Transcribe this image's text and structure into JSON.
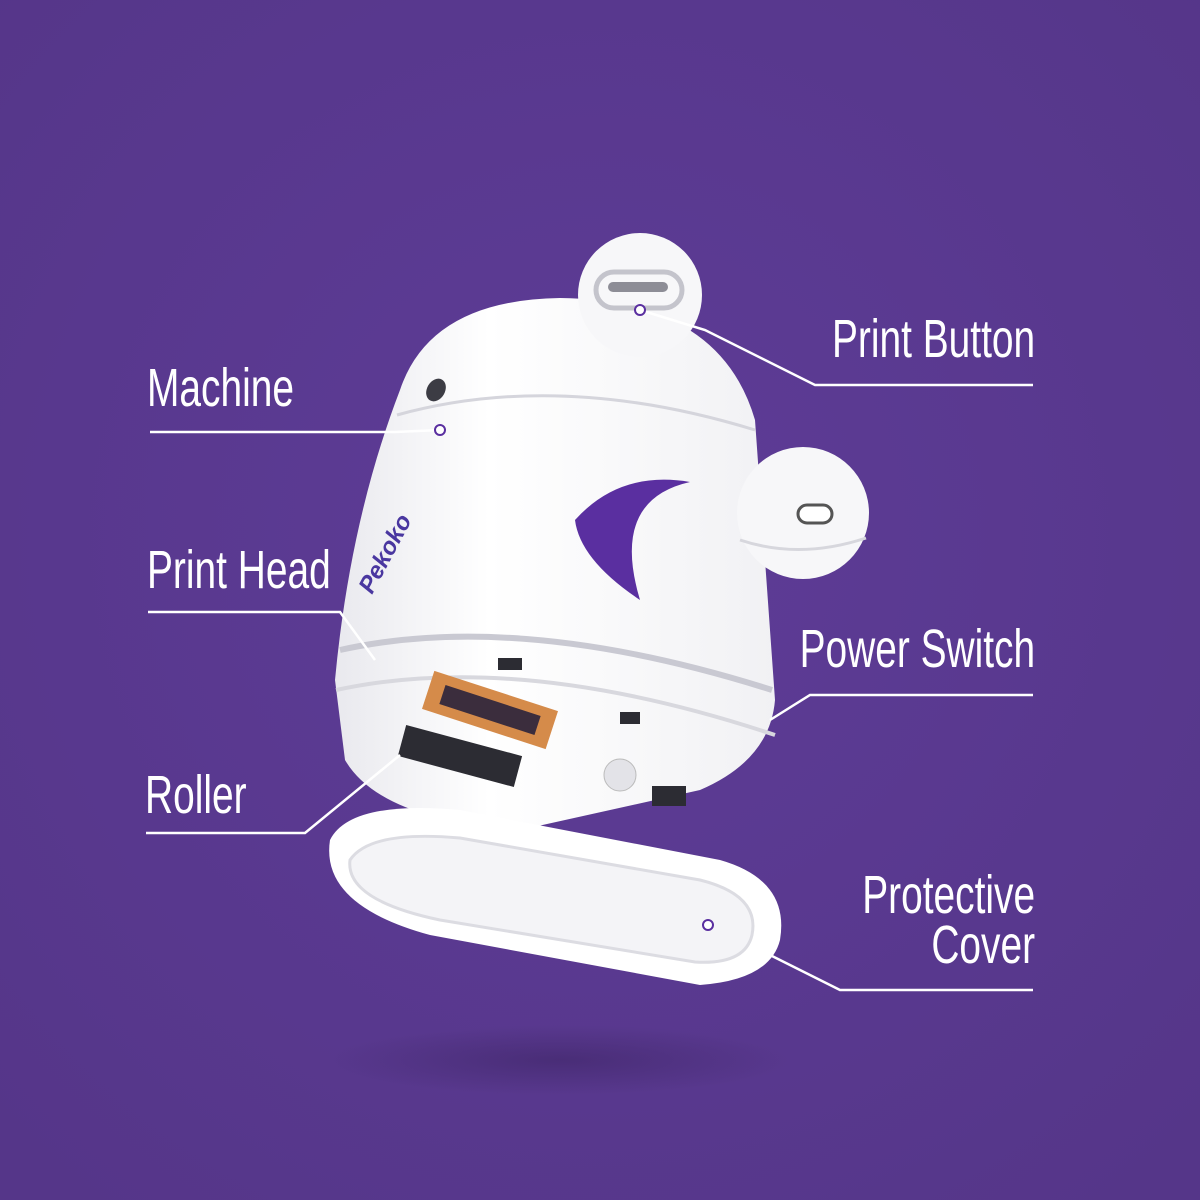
{
  "brand": "Pekoko",
  "colors": {
    "background": "#5b3a92",
    "accent": "#5a2fa0",
    "device": "#ffffff",
    "line": "#ffffff"
  },
  "labels": {
    "machine": "Machine",
    "print_button": "Print Button",
    "print_head": "Print Head",
    "power_switch": "Power Switch",
    "roller": "Roller",
    "protective_cover_line1": "Protective",
    "protective_cover_line2": "Cover"
  }
}
